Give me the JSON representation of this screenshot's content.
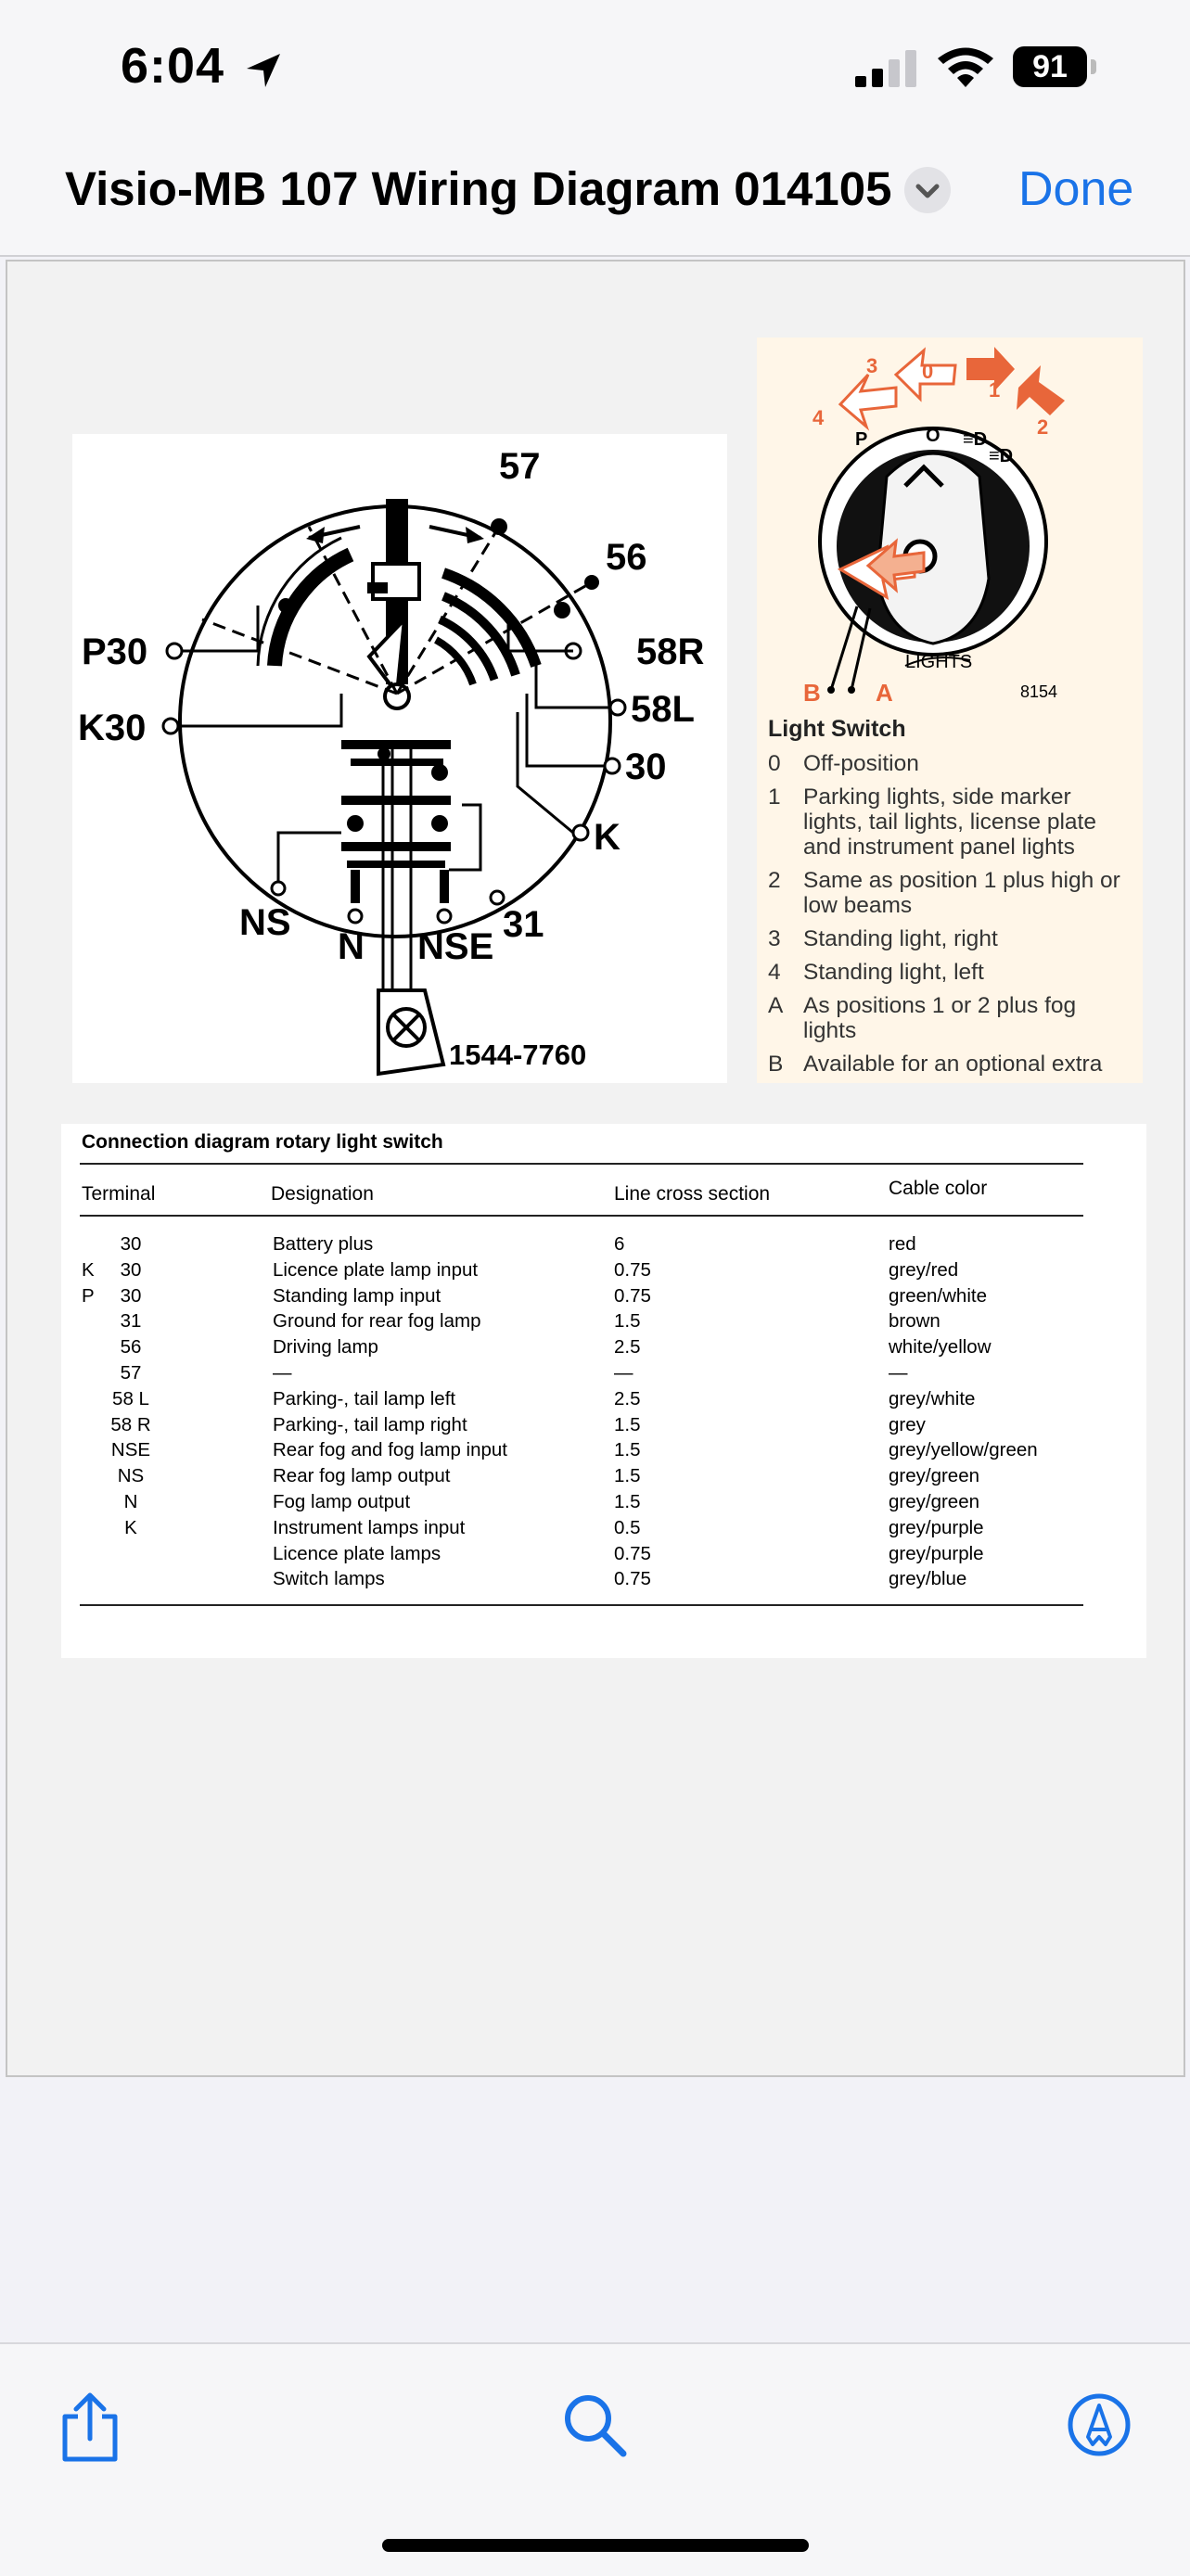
{
  "status_bar": {
    "time": "6:04",
    "battery": "91"
  },
  "nav": {
    "title": "Visio-MB 107 Wiring Diagram 014105",
    "done_label": "Done"
  },
  "wiring": {
    "labels": {
      "t57": "57",
      "t56": "56",
      "t58r": "58R",
      "t58l": "58L",
      "t30": "30",
      "tk": "K",
      "tp30": "P30",
      "tk30": "K30",
      "tns": "NS",
      "tn": "N",
      "tnse": "NSE",
      "t31": "31",
      "part": "1544-7760"
    }
  },
  "switch": {
    "pos4": "4",
    "pos3": "3",
    "pos0": "0",
    "pos1": "1",
    "pos2": "2",
    "dial_p": "P",
    "dial_o": "O",
    "dial_d1": "≡D",
    "dial_d2": "≡D",
    "lights": "LIGHTS",
    "b": "B",
    "a": "A",
    "code": "8154",
    "title": "Light Switch",
    "items": [
      {
        "key": "0",
        "text": "Off-position"
      },
      {
        "key": "1",
        "text": "Parking lights, side marker lights, tail lights, license plate and instrument panel lights"
      },
      {
        "key": "2",
        "text": "Same as position 1 plus high or low beams"
      },
      {
        "key": "3",
        "text": "Standing light, right"
      },
      {
        "key": "4",
        "text": "Standing light, left"
      },
      {
        "key": "A",
        "text": "As positions 1 or 2 plus fog lights"
      },
      {
        "key": "B",
        "text": "Available for an optional extra"
      }
    ]
  },
  "table": {
    "title": "Connection diagram rotary light switch",
    "headers": {
      "terminal": "Terminal",
      "designation": "Designation",
      "cross": "Line cross section",
      "color": "Cable color"
    },
    "rows": [
      {
        "prefix": "",
        "terminal": "30",
        "designation": "Battery plus",
        "cross": "6",
        "color": "red"
      },
      {
        "prefix": "K",
        "terminal": "30",
        "designation": "Licence plate lamp input",
        "cross": "0.75",
        "color": "grey/red"
      },
      {
        "prefix": "P",
        "terminal": "30",
        "designation": "Standing lamp input",
        "cross": "0.75",
        "color": "green/white"
      },
      {
        "prefix": "",
        "terminal": "31",
        "designation": "Ground for rear fog lamp",
        "cross": "1.5",
        "color": "brown"
      },
      {
        "prefix": "",
        "terminal": "56",
        "designation": "Driving lamp",
        "cross": "2.5",
        "color": "white/yellow"
      },
      {
        "prefix": "",
        "terminal": "57",
        "designation": "—",
        "cross": "—",
        "color": "—"
      },
      {
        "prefix": "",
        "terminal": "58 L",
        "designation": "Parking-, tail lamp left",
        "cross": "2.5",
        "color": "grey/white"
      },
      {
        "prefix": "",
        "terminal": "58 R",
        "designation": "Parking-, tail lamp right",
        "cross": "1.5",
        "color": "grey"
      },
      {
        "prefix": "",
        "terminal": "NSE",
        "designation": "Rear fog and fog lamp input",
        "cross": "1.5",
        "color": "grey/yellow/green"
      },
      {
        "prefix": "",
        "terminal": "NS",
        "designation": "Rear fog lamp output",
        "cross": "1.5",
        "color": "grey/green"
      },
      {
        "prefix": "",
        "terminal": "N",
        "designation": "Fog lamp output",
        "cross": "1.5",
        "color": "grey/green"
      },
      {
        "prefix": "",
        "terminal": "K",
        "designation": "Instrument lamps input",
        "cross": "0.5",
        "color": "grey/purple"
      },
      {
        "prefix": "",
        "terminal": "",
        "designation": "Licence plate lamps",
        "cross": "0.75",
        "color": "grey/purple"
      },
      {
        "prefix": "",
        "terminal": "",
        "designation": "Switch lamps",
        "cross": "0.75",
        "color": "grey/blue"
      }
    ]
  },
  "colors": {
    "accent": "#1a73e8",
    "arrow_orange": "#e8663a",
    "arrow_light": "#f4b090"
  },
  "icons": {
    "share": "share-icon",
    "search": "search-icon",
    "markup": "markup-icon"
  }
}
